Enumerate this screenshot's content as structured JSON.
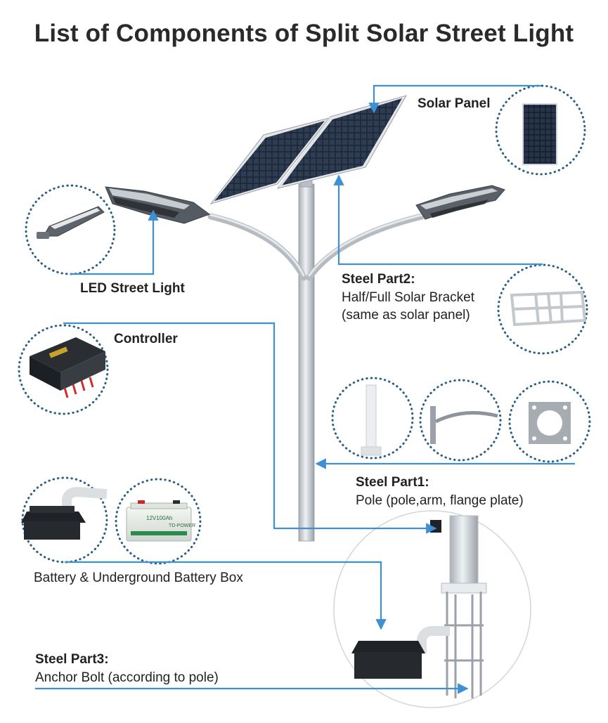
{
  "title": "List of Components of Split Solar Street Light",
  "labels": {
    "solar_panel": "Solar Panel",
    "led_street_light": "LED Street Light",
    "controller": "Controller",
    "steel_part2_title": "Steel Part2:",
    "steel_part2_line1": "Half/Full Solar Bracket",
    "steel_part2_line2": "(same as solar panel)",
    "steel_part1_title": "Steel Part1:",
    "steel_part1_line1": "Pole (pole,arm,  flange plate)",
    "battery": "Battery & Underground Battery Box",
    "steel_part3_title": "Steel Part3:",
    "steel_part3_line1": "Anchor Bolt (according to pole)"
  },
  "battery_print": {
    "capacity": "12V100Ah",
    "brand": "TD-POWER"
  },
  "colors": {
    "leader": "#3d8fd6",
    "dotted": "#2a5e86",
    "pole": "#c8cdd2",
    "panel": "#1f2a3a",
    "text": "#222222"
  }
}
